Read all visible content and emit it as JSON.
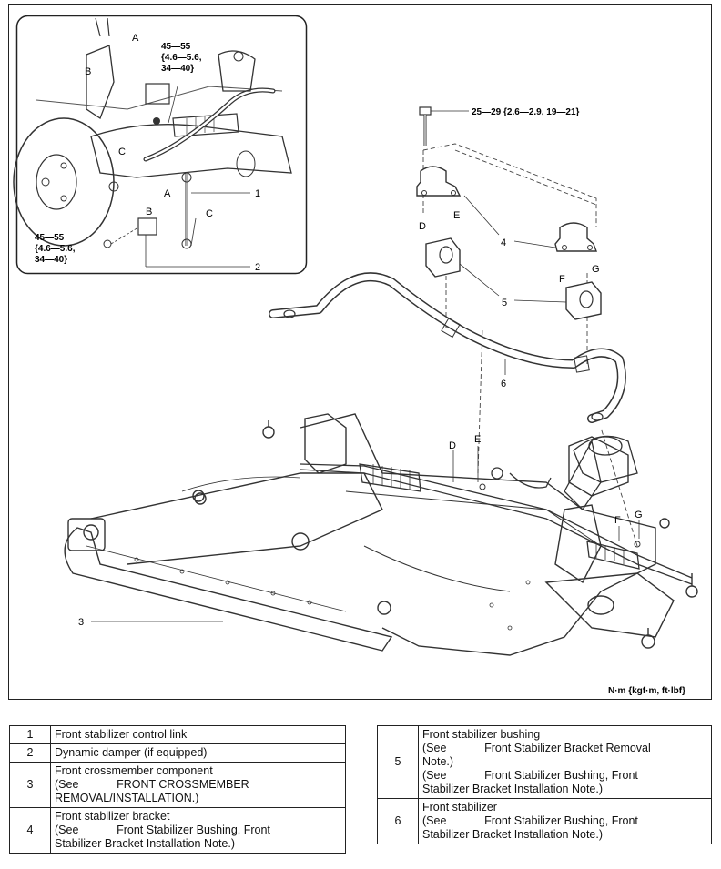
{
  "diagram": {
    "labels": {
      "A": "A",
      "B": "B",
      "C": "C",
      "D": "D",
      "E": "E",
      "F": "F",
      "G": "G",
      "n1": "1",
      "n2": "2",
      "n3": "3",
      "n4": "4",
      "n5": "5",
      "n6": "6"
    },
    "torque_inset_top": [
      "45—55",
      "{4.6—5.6,",
      "34—40}"
    ],
    "torque_inset_bottom": [
      "45—55",
      "{4.6—5.6,",
      "34—40}"
    ],
    "torque_bolt": "25—29 {2.6—2.9, 19—21}",
    "units": "N·m {kgf·m, ft·lbf}",
    "figure_id": "am6zzw0000842"
  },
  "parts_left": [
    {
      "num": "1",
      "lines": [
        "Front stabilizer control link"
      ]
    },
    {
      "num": "2",
      "lines": [
        "Dynamic damper (if equipped)"
      ]
    },
    {
      "num": "3",
      "lines": [
        "Front crossmember component",
        "(See            FRONT CROSSMEMBER",
        "REMOVAL/INSTALLATION.)"
      ]
    },
    {
      "num": "4",
      "lines": [
        "Front stabilizer bracket",
        "(See            Front Stabilizer Bushing, Front",
        "Stabilizer Bracket Installation Note.)"
      ]
    }
  ],
  "parts_right": [
    {
      "num": "5",
      "lines": [
        "Front stabilizer bushing",
        "(See            Front Stabilizer Bracket Removal",
        "Note.)",
        "(See            Front Stabilizer Bushing, Front",
        "Stabilizer Bracket Installation Note.)"
      ]
    },
    {
      "num": "6",
      "lines": [
        "Front stabilizer",
        "(See            Front Stabilizer Bushing, Front",
        "Stabilizer Bracket Installation Note.)"
      ]
    }
  ]
}
